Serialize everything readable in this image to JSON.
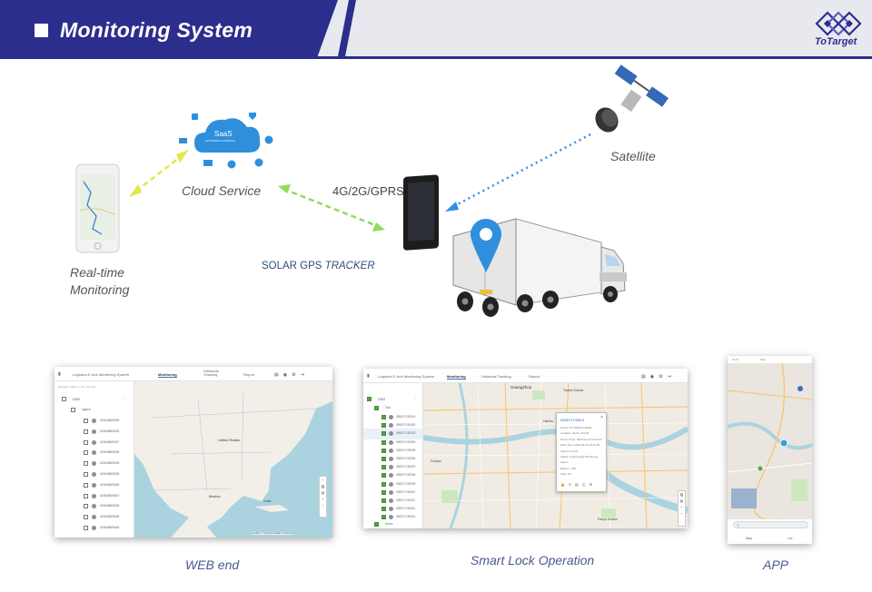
{
  "header": {
    "title": "Monitoring System",
    "logo_text": "ToTarget",
    "colors": {
      "primary": "#2b2e8c",
      "band": "#e8e9ee"
    }
  },
  "diagram": {
    "cloud_label": "Cloud Service",
    "saas_title": "SaaS",
    "saas_subtitle": "SOFTWARE AS A SERVICE",
    "satellite_label": "Satellite",
    "realtime_label_line1": "Real-time",
    "realtime_label_line2": "Monitoring",
    "network_label": "4G/2G/GPRS",
    "tracker_label_prefix": "SOLAR GPS ",
    "tracker_label_suffix": "TRACKER",
    "icons": [
      "calendar-icon",
      "shield-icon",
      "mail-icon",
      "github-icon",
      "monitor-icon",
      "wordpress-icon",
      "globe-icon",
      "satellite-icon",
      "truck-icon",
      "location-pin-icon",
      "phone-icon",
      "tracker-device-icon"
    ]
  },
  "web_screenshot": {
    "app_title": "Logistics E-lock Monitoring System",
    "tabs": [
      "Monitoring",
      "Historical Tracking",
      "Report"
    ],
    "search_hint": "Enough / Plate no / Id / Sim No",
    "group_label": "DBS",
    "subgroup_label": "logbed",
    "device_ids": [
      "019608609629",
      "019608609632",
      "019608609637",
      "019608609633",
      "019608609633",
      "019608609635",
      "019608609634",
      "019608609637",
      "019608609639",
      "019608609638",
      "019608609640"
    ],
    "map_labels": {
      "country_us": "United States",
      "country_mx": "Mexico",
      "country_cu": "Cuba"
    },
    "attribution": "Leaflet | © OpenStreetMap contributors",
    "caption": "WEB end"
  },
  "lock_screenshot": {
    "app_title": "Logistics E-lock Monitoring System",
    "tabs": [
      "Monitoring",
      "Historical Tracking",
      "Report"
    ],
    "group_label": "DBS",
    "subgroup_label": "Test",
    "device_ids": [
      "059071749001",
      "059071749002",
      "059071749003",
      "059071749004",
      "059071749005",
      "059071749006",
      "059071749007",
      "059071749008",
      "059071749009",
      "059071749010",
      "059071749011",
      "059071749012",
      "059071749013"
    ],
    "footer_label": "Users",
    "map_labels": {
      "city": "Guangzhou",
      "district1": "Tianhe District",
      "district2": "Panyu District",
      "district3": "Foshan",
      "district4": "Haizhu"
    },
    "popup": {
      "title": "059071749001",
      "lines": [
        "Device ID: 059071749001",
        "Location: 23.12, 113.26",
        "Server Time: 2020-02-15 16:10:27",
        "GPS Time: 2020-02-15 16:10:25",
        "Speed: 0 km/h",
        "Status: Seal/Unseal Monitoring",
        "Alarm: -",
        "Battery: 70%",
        "CSQ: 26"
      ]
    },
    "caption": "Smart Lock Operation"
  },
  "app_screenshot": {
    "status_time": "10:27",
    "status_label": "Map",
    "tabs": [
      "Map",
      "List"
    ],
    "caption": "APP"
  }
}
